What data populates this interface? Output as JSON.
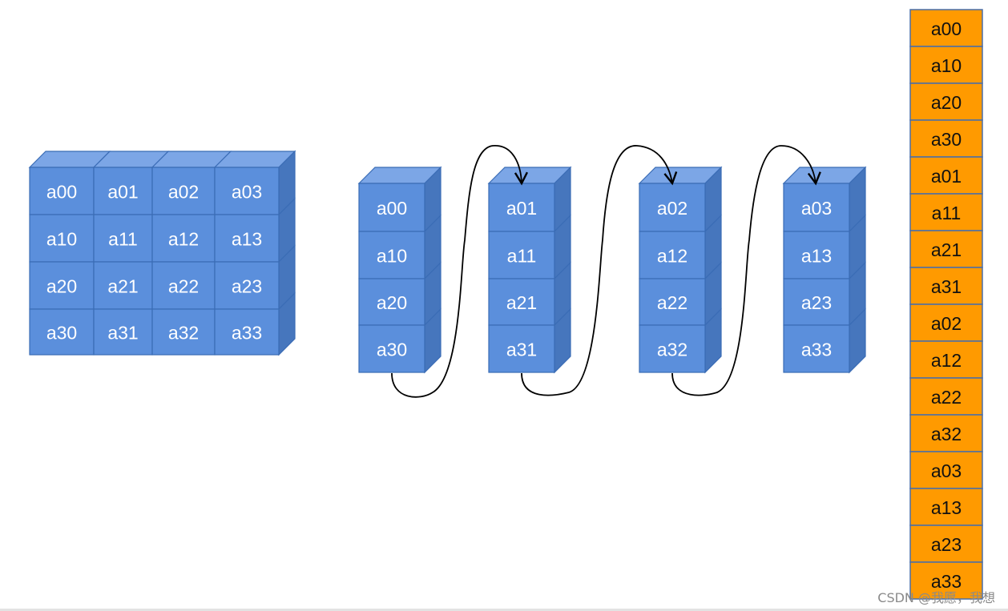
{
  "matrix": {
    "rows": [
      [
        "a00",
        "a01",
        "a02",
        "a03"
      ],
      [
        "a10",
        "a11",
        "a12",
        "a13"
      ],
      [
        "a20",
        "a21",
        "a22",
        "a23"
      ],
      [
        "a30",
        "a31",
        "a32",
        "a33"
      ]
    ]
  },
  "columns": [
    [
      "a00",
      "a10",
      "a20",
      "a30"
    ],
    [
      "a01",
      "a11",
      "a21",
      "a31"
    ],
    [
      "a02",
      "a12",
      "a22",
      "a32"
    ],
    [
      "a03",
      "a13",
      "a23",
      "a33"
    ]
  ],
  "memory": [
    "a00",
    "a10",
    "a20",
    "a30",
    "a01",
    "a11",
    "a21",
    "a31",
    "a02",
    "a12",
    "a22",
    "a32",
    "a03",
    "a13",
    "a23",
    "a33"
  ],
  "watermark": "CSDN @我愿，我想",
  "colors": {
    "block_front": "#5b8fdc",
    "block_top": "#7ca6e6",
    "block_side": "#4676bd",
    "block_stroke": "#3a6cb5",
    "memory_fill": "#ff9a00",
    "memory_stroke": "#4a6ea9",
    "arrow": "#000000"
  }
}
